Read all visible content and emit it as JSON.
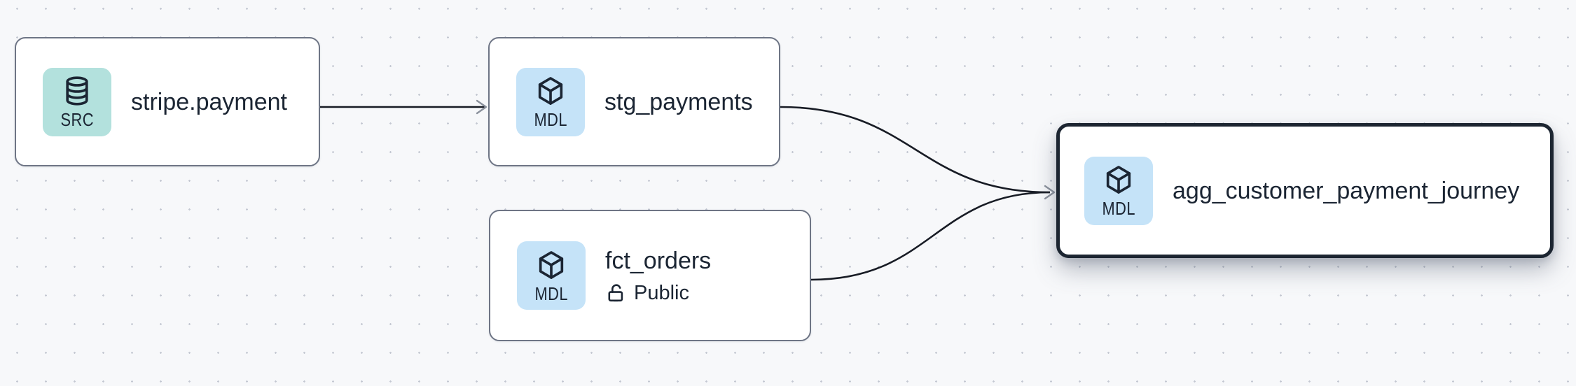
{
  "canvas": {
    "type": "lineage-graph",
    "background": "#f7f8fa",
    "dot_color": "#c4c8d2"
  },
  "nodes": [
    {
      "title": "stripe.payment",
      "badge": "SRC",
      "kind": "source",
      "icon": "database-icon",
      "selected": false
    },
    {
      "title": "stg_payments",
      "badge": "MDL",
      "kind": "model",
      "icon": "cube-icon",
      "selected": false
    },
    {
      "title": "fct_orders",
      "badge": "MDL",
      "kind": "model",
      "icon": "cube-icon",
      "access_label": "Public",
      "access_icon": "unlock-icon",
      "selected": false
    },
    {
      "title": "agg_customer_payment_journey",
      "badge": "MDL",
      "kind": "model",
      "icon": "cube-icon",
      "selected": true
    }
  ],
  "edges": [
    {
      "from": "stripe.payment",
      "to": "stg_payments"
    },
    {
      "from": "stg_payments",
      "to": "agg_customer_payment_journey"
    },
    {
      "from": "fct_orders",
      "to": "agg_customer_payment_journey"
    }
  ],
  "colors": {
    "source_badge_bg": "#b3e1dd",
    "model_badge_bg": "#c5e3f8",
    "node_border": "#6e7585",
    "selected_node_border": "#1c2531",
    "edge_line": "#181c25",
    "arrowhead": "#8b919c",
    "text": "#1b2533"
  }
}
